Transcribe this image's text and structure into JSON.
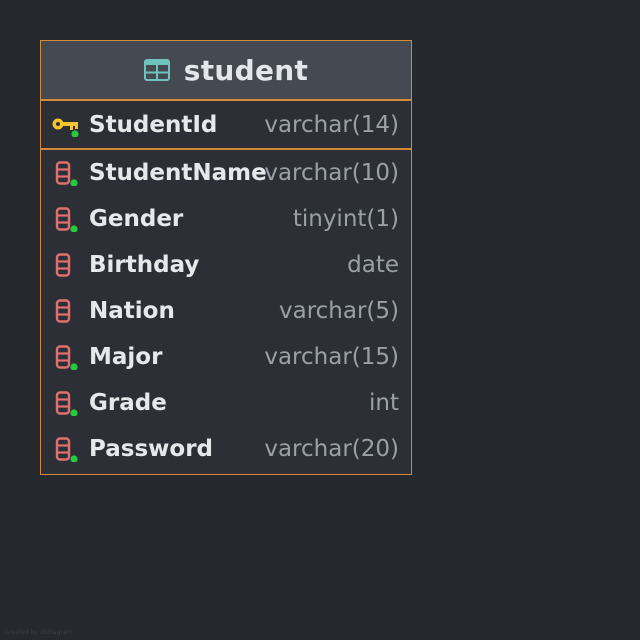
{
  "table": {
    "name": "student",
    "icon": "table-icon",
    "border_color": "#d38a3a",
    "header_color": "#454a52",
    "columns": [
      {
        "name": "StudentId",
        "type": "varchar(14)",
        "icon": "primary-key-icon",
        "not_null": true
      },
      {
        "name": "StudentName",
        "type": "varchar(10)",
        "icon": "column-icon",
        "not_null": true
      },
      {
        "name": "Gender",
        "type": "tinyint(1)",
        "icon": "column-icon",
        "not_null": true
      },
      {
        "name": "Birthday",
        "type": "date",
        "icon": "column-icon",
        "not_null": false
      },
      {
        "name": "Nation",
        "type": "varchar(5)",
        "icon": "column-icon",
        "not_null": false
      },
      {
        "name": "Major",
        "type": "varchar(15)",
        "icon": "column-icon",
        "not_null": true
      },
      {
        "name": "Grade",
        "type": "int",
        "icon": "column-icon",
        "not_null": true
      },
      {
        "name": "Password",
        "type": "varchar(20)",
        "icon": "column-icon",
        "not_null": true
      }
    ]
  },
  "watermark": "Created by dbdiagram"
}
